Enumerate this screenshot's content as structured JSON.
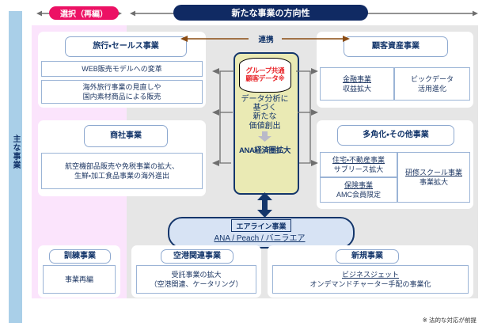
{
  "header": {
    "selection_badge": "選択（再編）",
    "title": "新たな事業の方向性"
  },
  "side_label": "主な事業",
  "center": {
    "link_label": "連携",
    "cylinder_label": "グループ共通\n顧客データ※",
    "cylinder_line1": "グループ共通",
    "cylinder_line2": "顧客データ※",
    "mid_line1": "データ分析に",
    "mid_line2": "基づく",
    "mid_line3": "新たな",
    "mid_line4": "価値創出",
    "bottom_label": "ANA経済圏拡大"
  },
  "groups": {
    "travel_sales": {
      "title": "旅行・セールス事業",
      "items": [
        {
          "text": "WEB販売モデルへの変革"
        },
        {
          "line1": "海外旅行事業の見直しや",
          "line2": "国内素材商品による販売"
        }
      ]
    },
    "trading": {
      "title": "商社事業",
      "items": [
        {
          "line1": "航空機部品販売や免税事業の拡大、",
          "line2": "生鮮・加工食品事業の海外進出"
        }
      ]
    },
    "customer_asset": {
      "title": "顧客資産事業",
      "items": [
        {
          "line1": "金融事業",
          "line2": "収益拡大",
          "underline_first": true
        },
        {
          "line1": "ビックデータ",
          "line2": "活用進化",
          "underline_first": false
        }
      ]
    },
    "diversification": {
      "title": "多角化・その他事業",
      "items": [
        {
          "line1": "住宅・不動産事業",
          "line2": "サブリース拡大",
          "underline_first": true
        },
        {
          "line1": "保険事業",
          "line2": "AMC会員限定",
          "underline_first": true
        },
        {
          "line1": "研修スクール事業",
          "line2": "事業拡大",
          "underline_first": true
        }
      ]
    },
    "training": {
      "title": "訓練事業",
      "items": [
        {
          "text": "事業再編"
        }
      ]
    },
    "airport": {
      "title": "空港関連事業",
      "items": [
        {
          "line1": "受託事業の拡大",
          "line2": "（空港関連、ケータリング）"
        }
      ]
    },
    "new_business": {
      "title": "新規事業",
      "items": [
        {
          "line1": "ビジネスジェット",
          "line2": "オンデマンドチャーター手配の事業化",
          "underline_first": true
        }
      ]
    }
  },
  "airline": {
    "title": "エアライン事業",
    "subtitle": "ANA / Peach / バニラエア"
  },
  "footnote": "※ 法的な対応が前提",
  "colors": {
    "navy": "#14366b",
    "pink_badge": "#ec1164",
    "pink_panel": "#fbe4fc",
    "gray_panel": "#e6e6e6",
    "yellow_center": "#eaeab4",
    "side_bar_blue": "#a9cfe8",
    "airline_blue": "#d7e3f4",
    "red_text": "#e8262b",
    "brown_arrow": "#8a4b12"
  }
}
